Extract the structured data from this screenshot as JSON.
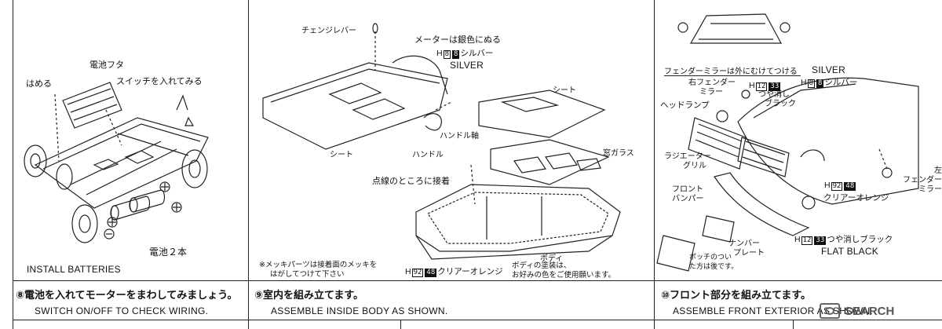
{
  "panel1": {
    "labels": {
      "battery_cover": "電池フタ",
      "insert": "はめる",
      "switch_on": "スイッチを入れてみる",
      "batteries": "電池２本",
      "install_batteries": "INSTALL BATTERIES"
    },
    "step": {
      "title": "⑧電池を入れてモーターをまわしてみましょう。",
      "subtitle": "SWITCH ON/OFF TO CHECK WIRING."
    }
  },
  "panel2": {
    "labels": {
      "gear_lever": "チェンジレバー",
      "meter_paint": "メーターは銀色にぬる",
      "paint_code": "H",
      "paint_num": "8",
      "paint_num2": "8",
      "paint_name_jp": "シルバー",
      "paint_name_en": "SILVER",
      "seat_left": "シート",
      "seat_right": "シート",
      "handle": "ハンドル",
      "handle_shaft": "ハンドル軸",
      "window_glass": "窓ガラス",
      "glue_dotted": "点線のところに接着",
      "body": "ボディ",
      "body_paint_note_1": "ボディの塗装は、",
      "body_paint_note_2": "お好みの色をご使用願います。",
      "clear_orange_code": "H",
      "clear_orange_num": "92",
      "clear_orange_num2": "48",
      "clear_orange_name": "クリアーオレンジ",
      "plating_note_1": "※メッキパーツは接着面のメッキを",
      "plating_note_2": "はがしてつけて下さい"
    },
    "step": {
      "title": "⑨室内を組み立てます。",
      "subtitle": "ASSEMBLE INSIDE BODY AS SHOWN."
    }
  },
  "panel3": {
    "labels": {
      "fender_mirror_note": "フェンダーミラーは外にむけてつける",
      "silver_en": "SILVER",
      "silver_code": "H",
      "silver_num": "8",
      "silver_num2": "8",
      "silver_jp": "シルバー",
      "right_fender_mirror_1": "右フェンダー",
      "right_fender_mirror_2": "ミラー",
      "matte_code": "H",
      "matte_num": "12",
      "matte_num2": "33",
      "matte_jp_1": "つや消し",
      "matte_jp_2": "ブラック",
      "headlamp": "ヘッドランプ",
      "radiator_grille_1": "ラジエーター",
      "radiator_grille_2": "グリル",
      "left_fender_mirror_1": "左",
      "left_fender_mirror_2": "フェンダー",
      "left_fender_mirror_3": "ミラー",
      "front_bumper_1": "フロント",
      "front_bumper_2": "バンパー",
      "clear_orange_code": "H",
      "clear_orange_num": "92",
      "clear_orange_num2": "48",
      "clear_orange_jp": "クリアーオレンジ",
      "number_plate_1": "ナンバー",
      "number_plate_2": "プレート",
      "bottom_matte_code": "H",
      "bottom_matte_num": "12",
      "bottom_matte_num2": "33",
      "bottom_matte_jp": "つや消しブラック",
      "flat_black": "FLAT BLACK",
      "stud_note_1": "ポッチのつい",
      "stud_note_2": "た方は後です。"
    },
    "step": {
      "title": "⑩フロント部分を組み立てます。",
      "subtitle": "ASSEMBLE FRONT EXTERIOR AS SHOWN."
    }
  },
  "watermark": "SEARCH"
}
